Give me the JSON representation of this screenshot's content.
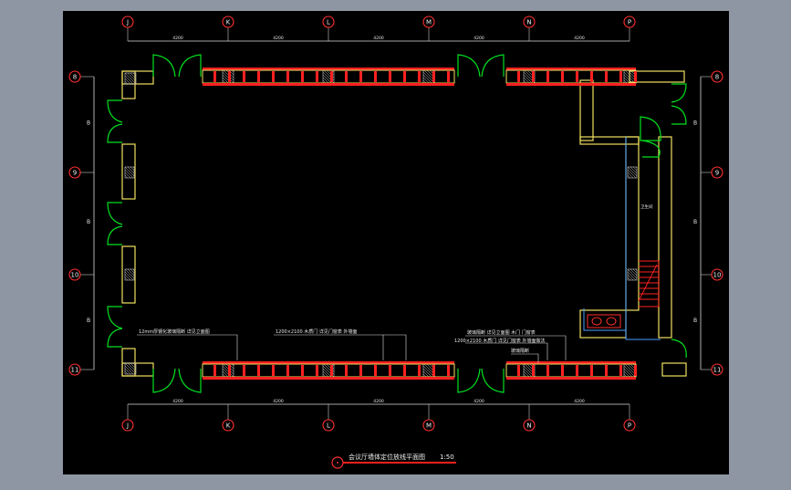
{
  "grid": {
    "columns": [
      "J",
      "K",
      "L",
      "M",
      "N",
      "P"
    ],
    "rows": [
      "8",
      "9",
      "10",
      "11"
    ],
    "span_labels_horizontal": [
      "4200",
      "4200",
      "4200",
      "4200",
      "4200"
    ],
    "span_labels_vertical": [
      "B",
      "B",
      "B"
    ]
  },
  "annotations": {
    "note_left": "12mm厚钢化玻璃隔断 详见立面图",
    "note_mid": "1200×2100 木质门 详见门窗表 外墙面",
    "note_right_1": "玻璃隔断 详见立面图 木门 门窗表",
    "note_right_2": "1200×2100 木质门 详见门窗表 外墙面做法",
    "note_right_3": "玻璃隔断",
    "note_side": "卫生间"
  },
  "title": {
    "text": "会议厅墙体定位放线平面图",
    "scale": "1:50"
  },
  "colors": {
    "page_bg": "#8f96a3",
    "drawing_bg": "#000000",
    "grid_circle": "#ff3030",
    "dimension": "#ffffff",
    "wall": "#f0e060",
    "door": "#00e020",
    "window": "#ff2020",
    "stair": "#ff2020",
    "partition": "#4aa0ff"
  }
}
